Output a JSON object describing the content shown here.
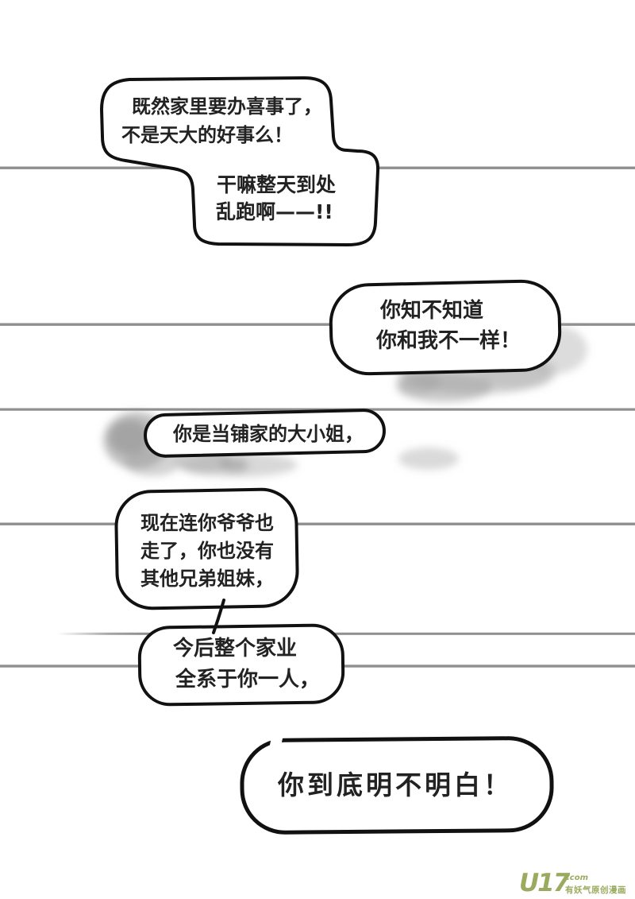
{
  "page": {
    "type": "comic-page",
    "background": "#ffffff"
  },
  "bubbles": [
    {
      "id": "bubble-1",
      "lines": [
        "既然家里要办喜事了，",
        "不是天大的好事么！"
      ]
    },
    {
      "id": "bubble-2",
      "lines": [
        "干嘛整天到处",
        "乱跑啊——!!"
      ]
    },
    {
      "id": "bubble-3",
      "lines": [
        "你知不知道",
        "你和我不一样！"
      ]
    },
    {
      "id": "bubble-4",
      "lines": [
        "你是当铺家的大小姐，"
      ]
    },
    {
      "id": "bubble-5",
      "lines": [
        "现在连你爷爷也",
        "走了，你也没有",
        "其他兄弟姐妹，"
      ]
    },
    {
      "id": "bubble-6",
      "lines": [
        "今后整个家业",
        "全系于你一人，"
      ]
    },
    {
      "id": "bubble-7",
      "lines": [
        "你到底明不明白！"
      ]
    }
  ],
  "watermark": {
    "brand": "U17",
    "tld": ".com",
    "tagline": "有妖气原创漫画",
    "color": "#9aab60"
  },
  "colors": {
    "panel_line": "#8f8f8f",
    "bubble_stroke": "#111111",
    "bubble_fill": "#ffffff",
    "ink_smudge": "#a0a0a0",
    "text": "#222222"
  }
}
